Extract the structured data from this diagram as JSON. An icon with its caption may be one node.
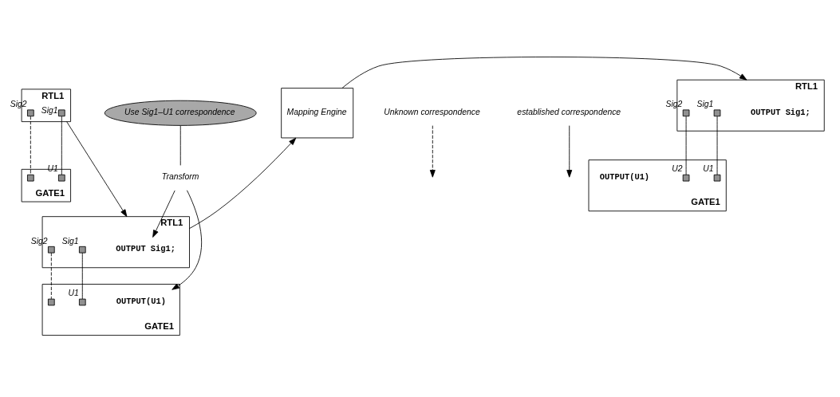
{
  "diagram": {
    "nodes": [
      {
        "text": [
          "RTL1"
        ]
      },
      {
        "text": [],
        "shape": "box",
        "in": 0,
        "beside": [
          "Sig1"
        ]
      },
      {
        "text": [],
        "shape": "box",
        "in": 0,
        "beside": [
          "Sig2"
        ]
      },
      {
        "text": [
          "GATE1"
        ]
      },
      {
        "text": [],
        "shape": "box",
        "in": 3,
        "beside": [
          "U1"
        ]
      },
      {
        "text": [],
        "shape": "box",
        "in": 3
      },
      {
        "text": [
          "Unknown correspondence"
        ]
      },
      {
        "text": [
          "established correspondence"
        ]
      },
      {
        "text": [
          "Transform"
        ]
      },
      {
        "text": [
          "Use Sig1–U1 correspondence"
        ]
      },
      {
        "text": [
          "RTL1"
        ]
      },
      {
        "text": [
          "OUTPUT Sig1;"
        ],
        "in": 10
      },
      {
        "text": [],
        "shape": "box",
        "in": 10,
        "beside": [
          "Sig1"
        ]
      },
      {
        "text": [],
        "shape": "box",
        "in": 10,
        "beside": [
          "Sig2"
        ]
      },
      {
        "text": [
          "GATE1"
        ]
      },
      {
        "text": [],
        "shape": "box",
        "in": 14,
        "beside": [
          "U1"
        ]
      },
      {
        "text": [],
        "shape": "box",
        "in": 14
      },
      {
        "text": [
          "OUTPUT(U1)"
        ],
        "in": 14
      },
      {
        "text": [
          "Mapping Engine"
        ]
      },
      {
        "text": [
          "RTL1"
        ]
      },
      {
        "text": [
          "OUTPUT Sig1;"
        ],
        "in": 19
      },
      {
        "text": [],
        "shape": "box",
        "in": 19,
        "beside": [
          "Sig1"
        ]
      },
      {
        "text": [],
        "shape": "box",
        "in": 19,
        "beside": [
          "Sig2"
        ]
      },
      {
        "text": [
          "GATE1"
        ]
      },
      {
        "text": [],
        "shape": "box",
        "in": 23,
        "beside": [
          "U1"
        ]
      },
      {
        "text": [],
        "shape": "box",
        "in": 23,
        "beside": [
          "U2"
        ]
      },
      {
        "text": [
          "OUTPUT(U1)"
        ],
        "in": 23
      }
    ],
    "edges": [
      {
        "from": 1,
        "to": 4,
        "arrow": "none"
      },
      {
        "from": 2,
        "to": 5,
        "arrow": "none",
        "style": "dashed"
      },
      {
        "from": 6,
        "to": null,
        "arrow": "to",
        "style": "dashed"
      },
      {
        "from": 7,
        "to": null,
        "arrow": "to"
      },
      {
        "from": 0,
        "to": 10,
        "arrow": "to"
      },
      {
        "from": 8,
        "to": 11,
        "arrow": "to"
      },
      {
        "from": 8,
        "to": 17,
        "arrow": "to"
      },
      {
        "from": 9,
        "to": 8,
        "arrow": "none"
      },
      {
        "from": 12,
        "to": 15,
        "arrow": "none"
      },
      {
        "from": 13,
        "to": 16,
        "arrow": "none",
        "style": "dashed"
      },
      {
        "from": 10,
        "to": 18,
        "arrow": "to"
      },
      {
        "from": 18,
        "to": 19,
        "arrow": "to"
      },
      {
        "from": 21,
        "to": 24,
        "arrow": "none"
      },
      {
        "from": 22,
        "to": 25,
        "arrow": "none"
      }
    ]
  }
}
